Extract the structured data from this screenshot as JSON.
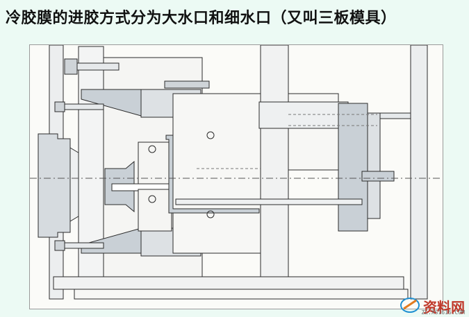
{
  "slide": {
    "title": "冷胶膜的进胶方式分为大水口和细水口（又叫三板模具）"
  },
  "watermark": {
    "name": "资料网",
    "url": "ZL.XS1616.COM",
    "logo_icon": "xs-logo-icon"
  },
  "colors": {
    "background": "#ecfaf4",
    "drawing_bg": "#fbfbf8",
    "plate_fill": "#c9d0d6",
    "line": "#2b2b2b",
    "watermark_red": "#c0392b"
  }
}
